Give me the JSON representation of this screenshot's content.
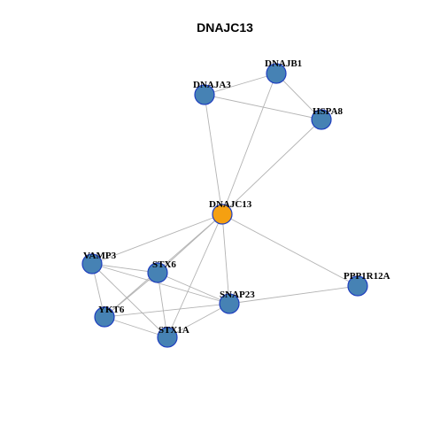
{
  "title": "DNAJC13",
  "colors": {
    "background": "#ffffff",
    "edge": "#b3b3b3",
    "node_fill": "#4682b4",
    "node_stroke": "#1f3fbf",
    "center_fill": "#f5a011"
  },
  "nodes": [
    {
      "id": "DNAJB1",
      "label": "DNAJB1",
      "center": false
    },
    {
      "id": "DNAJA3",
      "label": "DNAJA3",
      "center": false
    },
    {
      "id": "HSPA8",
      "label": "HSPA8",
      "center": false
    },
    {
      "id": "DNAJC13",
      "label": "DNAJC13",
      "center": true
    },
    {
      "id": "VAMP3",
      "label": "VAMP3",
      "center": false
    },
    {
      "id": "STX6",
      "label": "STX6",
      "center": false
    },
    {
      "id": "PPP1R12A",
      "label": "PPP1R12A",
      "center": false
    },
    {
      "id": "SNAP23",
      "label": "SNAP23",
      "center": false
    },
    {
      "id": "YKT6",
      "label": "YKT6",
      "center": false
    },
    {
      "id": "STX1A",
      "label": "STX1A",
      "center": false
    }
  ],
  "edges": [
    [
      "DNAJB1",
      "DNAJA3"
    ],
    [
      "DNAJB1",
      "HSPA8"
    ],
    [
      "DNAJB1",
      "DNAJC13"
    ],
    [
      "DNAJA3",
      "HSPA8"
    ],
    [
      "DNAJA3",
      "DNAJC13"
    ],
    [
      "HSPA8",
      "DNAJC13"
    ],
    [
      "DNAJC13",
      "VAMP3"
    ],
    [
      "DNAJC13",
      "STX6"
    ],
    [
      "DNAJC13",
      "YKT6"
    ],
    [
      "DNAJC13",
      "STX1A"
    ],
    [
      "DNAJC13",
      "SNAP23"
    ],
    [
      "DNAJC13",
      "PPP1R12A"
    ],
    [
      "VAMP3",
      "STX6"
    ],
    [
      "VAMP3",
      "SNAP23"
    ],
    [
      "VAMP3",
      "YKT6"
    ],
    [
      "VAMP3",
      "STX1A"
    ],
    [
      "STX6",
      "SNAP23"
    ],
    [
      "STX6",
      "YKT6"
    ],
    [
      "STX6",
      "STX1A"
    ],
    [
      "SNAP23",
      "YKT6"
    ],
    [
      "SNAP23",
      "STX1A"
    ],
    [
      "SNAP23",
      "PPP1R12A"
    ],
    [
      "YKT6",
      "STX1A"
    ]
  ]
}
